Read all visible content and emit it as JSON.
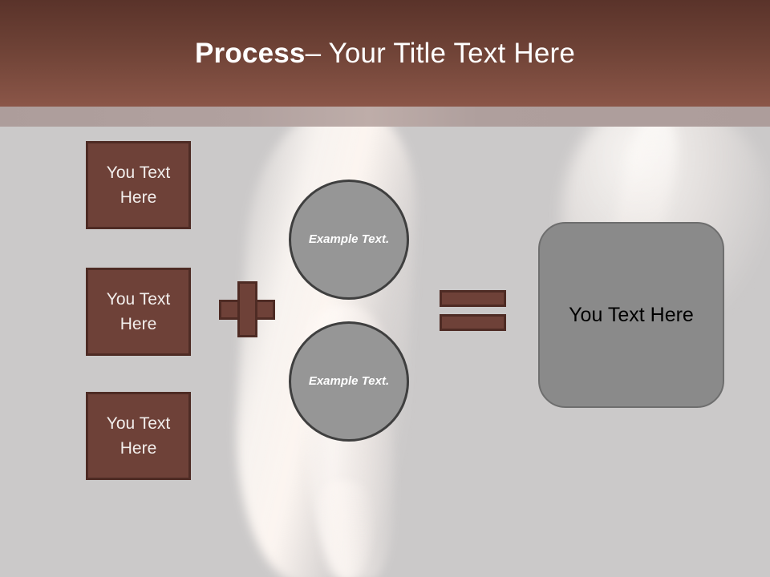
{
  "slide": {
    "title": {
      "strong": "Process",
      "rest": " – Your Title Text Here"
    },
    "theme": {
      "header_top": "#5A332A",
      "header_bottom": "#8B5648",
      "subheader": "#AD9D9B",
      "background": "#CBC9C9",
      "brown_fill": "#6E4138",
      "brown_border": "#4E2B24",
      "gray_circle_fill": "#969696",
      "gray_circle_border": "#3F3F3F",
      "result_fill": "#8A8A8A",
      "result_border": "#6E6E6E"
    },
    "input_boxes": [
      {
        "line1": "You Text",
        "line2": "Here"
      },
      {
        "line1": "You Text",
        "line2": "Here"
      },
      {
        "line1": "You Text",
        "line2": "Here"
      }
    ],
    "circles": [
      {
        "line1": "Example",
        "line2": "Text."
      },
      {
        "line1": "Example",
        "line2": "Text."
      }
    ],
    "operators": {
      "plus": "+",
      "equals": "="
    },
    "result": {
      "label": "You Text Here"
    }
  }
}
